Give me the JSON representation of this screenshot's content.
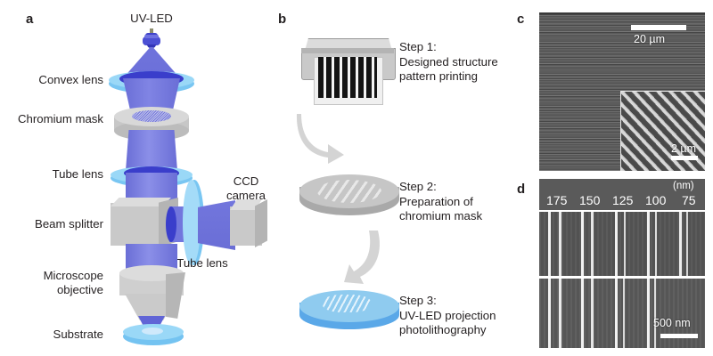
{
  "figure": {
    "panels": [
      {
        "id": "a",
        "letter": "a"
      },
      {
        "id": "b",
        "letter": "b"
      },
      {
        "id": "c",
        "letter": "c"
      },
      {
        "id": "d",
        "letter": "d"
      }
    ]
  },
  "panel_a": {
    "letter": "a",
    "title": "UV-LED projection photolithography setup schematic",
    "components": [
      {
        "name": "uv-led",
        "label": "UV-LED"
      },
      {
        "name": "convex-lens",
        "label": "Convex lens"
      },
      {
        "name": "chromium-mask",
        "label": "Chromium mask"
      },
      {
        "name": "tube-lens-top",
        "label": "Tube lens"
      },
      {
        "name": "beam-splitter",
        "label": "Beam splitter"
      },
      {
        "name": "ccd-camera",
        "label": "CCD\ncamera"
      },
      {
        "name": "tube-lens-side",
        "label": "Tube lens"
      },
      {
        "name": "microscope-objective",
        "label": "Microscope\nobjective"
      },
      {
        "name": "substrate",
        "label": "Substrate"
      }
    ],
    "colors": {
      "beam_light": "#7b7fe0",
      "beam_mid": "#6b6fd8",
      "beam_dark": "#3b3fd0",
      "lens_blue": "#7ec8f2",
      "lens_blue_light": "#a9ddf8",
      "metal": "#cfcfcf",
      "metal_dark": "#b0b0b0",
      "metal_light": "#e2e2e2"
    }
  },
  "panel_b": {
    "letter": "b",
    "steps": [
      {
        "name": "step-1",
        "title": "Step 1:",
        "body": "Designed structure\npattern printing",
        "icon": "printer-icon"
      },
      {
        "name": "step-2",
        "title": "Step 2:",
        "body": "Preparation of\nchromium mask",
        "icon": "gray-disc-icon"
      },
      {
        "name": "step-3",
        "title": "Step 3:",
        "body": "UV-LED projection\nphotolithography",
        "icon": "blue-disc-icon"
      }
    ],
    "arrows": [
      {
        "name": "arrow-step1-to-step2"
      },
      {
        "name": "arrow-step2-to-step3"
      }
    ],
    "colors": {
      "printer_body": "#cccccc",
      "printer_top": "#dcdcdc",
      "paper": "#f2f2f2",
      "pattern_dark": "#1a1a1a",
      "disc_gray_top": "#c9c9c9",
      "disc_gray_side": "#a8a8a8",
      "disc_blue_top": "#93cdf0",
      "disc_blue_side": "#5aa8e8",
      "arrow": "#d2d2d2"
    }
  },
  "panel_c": {
    "letter": "c",
    "main_image": {
      "name": "sem-image-grating",
      "description": "SEM of horizontal line grating"
    },
    "inset_image": {
      "name": "sem-inset-grating",
      "description": "SEM inset of diagonal line grating"
    },
    "scalebars": [
      {
        "name": "scalebar-20um",
        "label": "20 µm"
      },
      {
        "name": "scalebar-2um",
        "label": "2 µm"
      }
    ]
  },
  "panel_d": {
    "letter": "d",
    "unit": "(nm)",
    "linewidths": [
      "175",
      "150",
      "125",
      "100",
      "75"
    ],
    "rows": [
      {
        "name": "sem-row-top",
        "pairs": 5
      },
      {
        "name": "sem-row-bottom",
        "pairs": 4
      }
    ],
    "scalebar": {
      "name": "scalebar-500nm",
      "label": "500 nm"
    }
  }
}
